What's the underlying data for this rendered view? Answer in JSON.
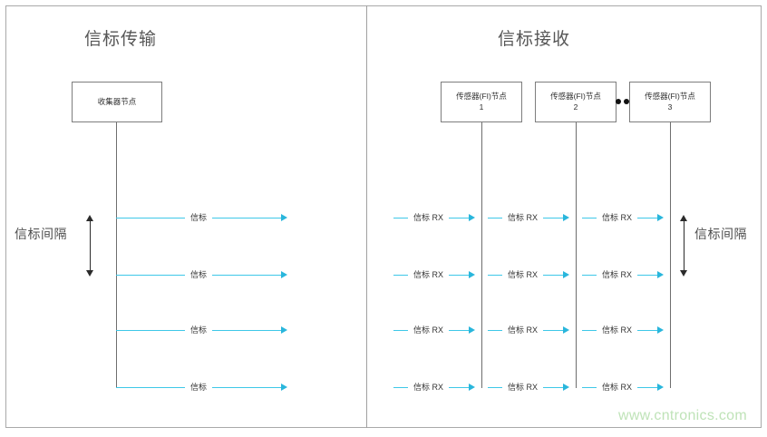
{
  "diagram": {
    "watermark": "www.cntronics.com",
    "accent_color": "#3ec8e8",
    "arrow_color": "#29b6dc",
    "box_border_color": "#7d7d7d",
    "lifeline_color": "#6e6e6e",
    "frame_color": "#a9a9a9",
    "watermark_color": "#bfe3b8"
  },
  "panels": {
    "left": {
      "title": "信标传输",
      "node": {
        "label": "收集器节点",
        "sub": ""
      },
      "interval_label": "信标间隔",
      "messages": [
        {
          "label": "信标"
        },
        {
          "label": "信标"
        },
        {
          "label": "信标"
        },
        {
          "label": "信标"
        }
      ]
    },
    "right": {
      "title": "信标接收",
      "nodes": [
        {
          "label": "传感器(FI)节点",
          "sub": "1"
        },
        {
          "label": "传感器(FI)节点",
          "sub": "2"
        },
        {
          "label": "传感器(FI)节点",
          "sub": "3"
        }
      ],
      "ellipsis": "••",
      "interval_label": "信标间隔",
      "rows": [
        [
          {
            "label": "信标 RX"
          },
          {
            "label": "信标 RX"
          },
          {
            "label": "信标 RX"
          }
        ],
        [
          {
            "label": "信标 RX"
          },
          {
            "label": "信标 RX"
          },
          {
            "label": "信标 RX"
          }
        ],
        [
          {
            "label": "信标 RX"
          },
          {
            "label": "信标 RX"
          },
          {
            "label": "信标 RX"
          }
        ],
        [
          {
            "label": "信标 RX"
          },
          {
            "label": "信标 RX"
          },
          {
            "label": "信标 RX"
          }
        ]
      ]
    }
  }
}
